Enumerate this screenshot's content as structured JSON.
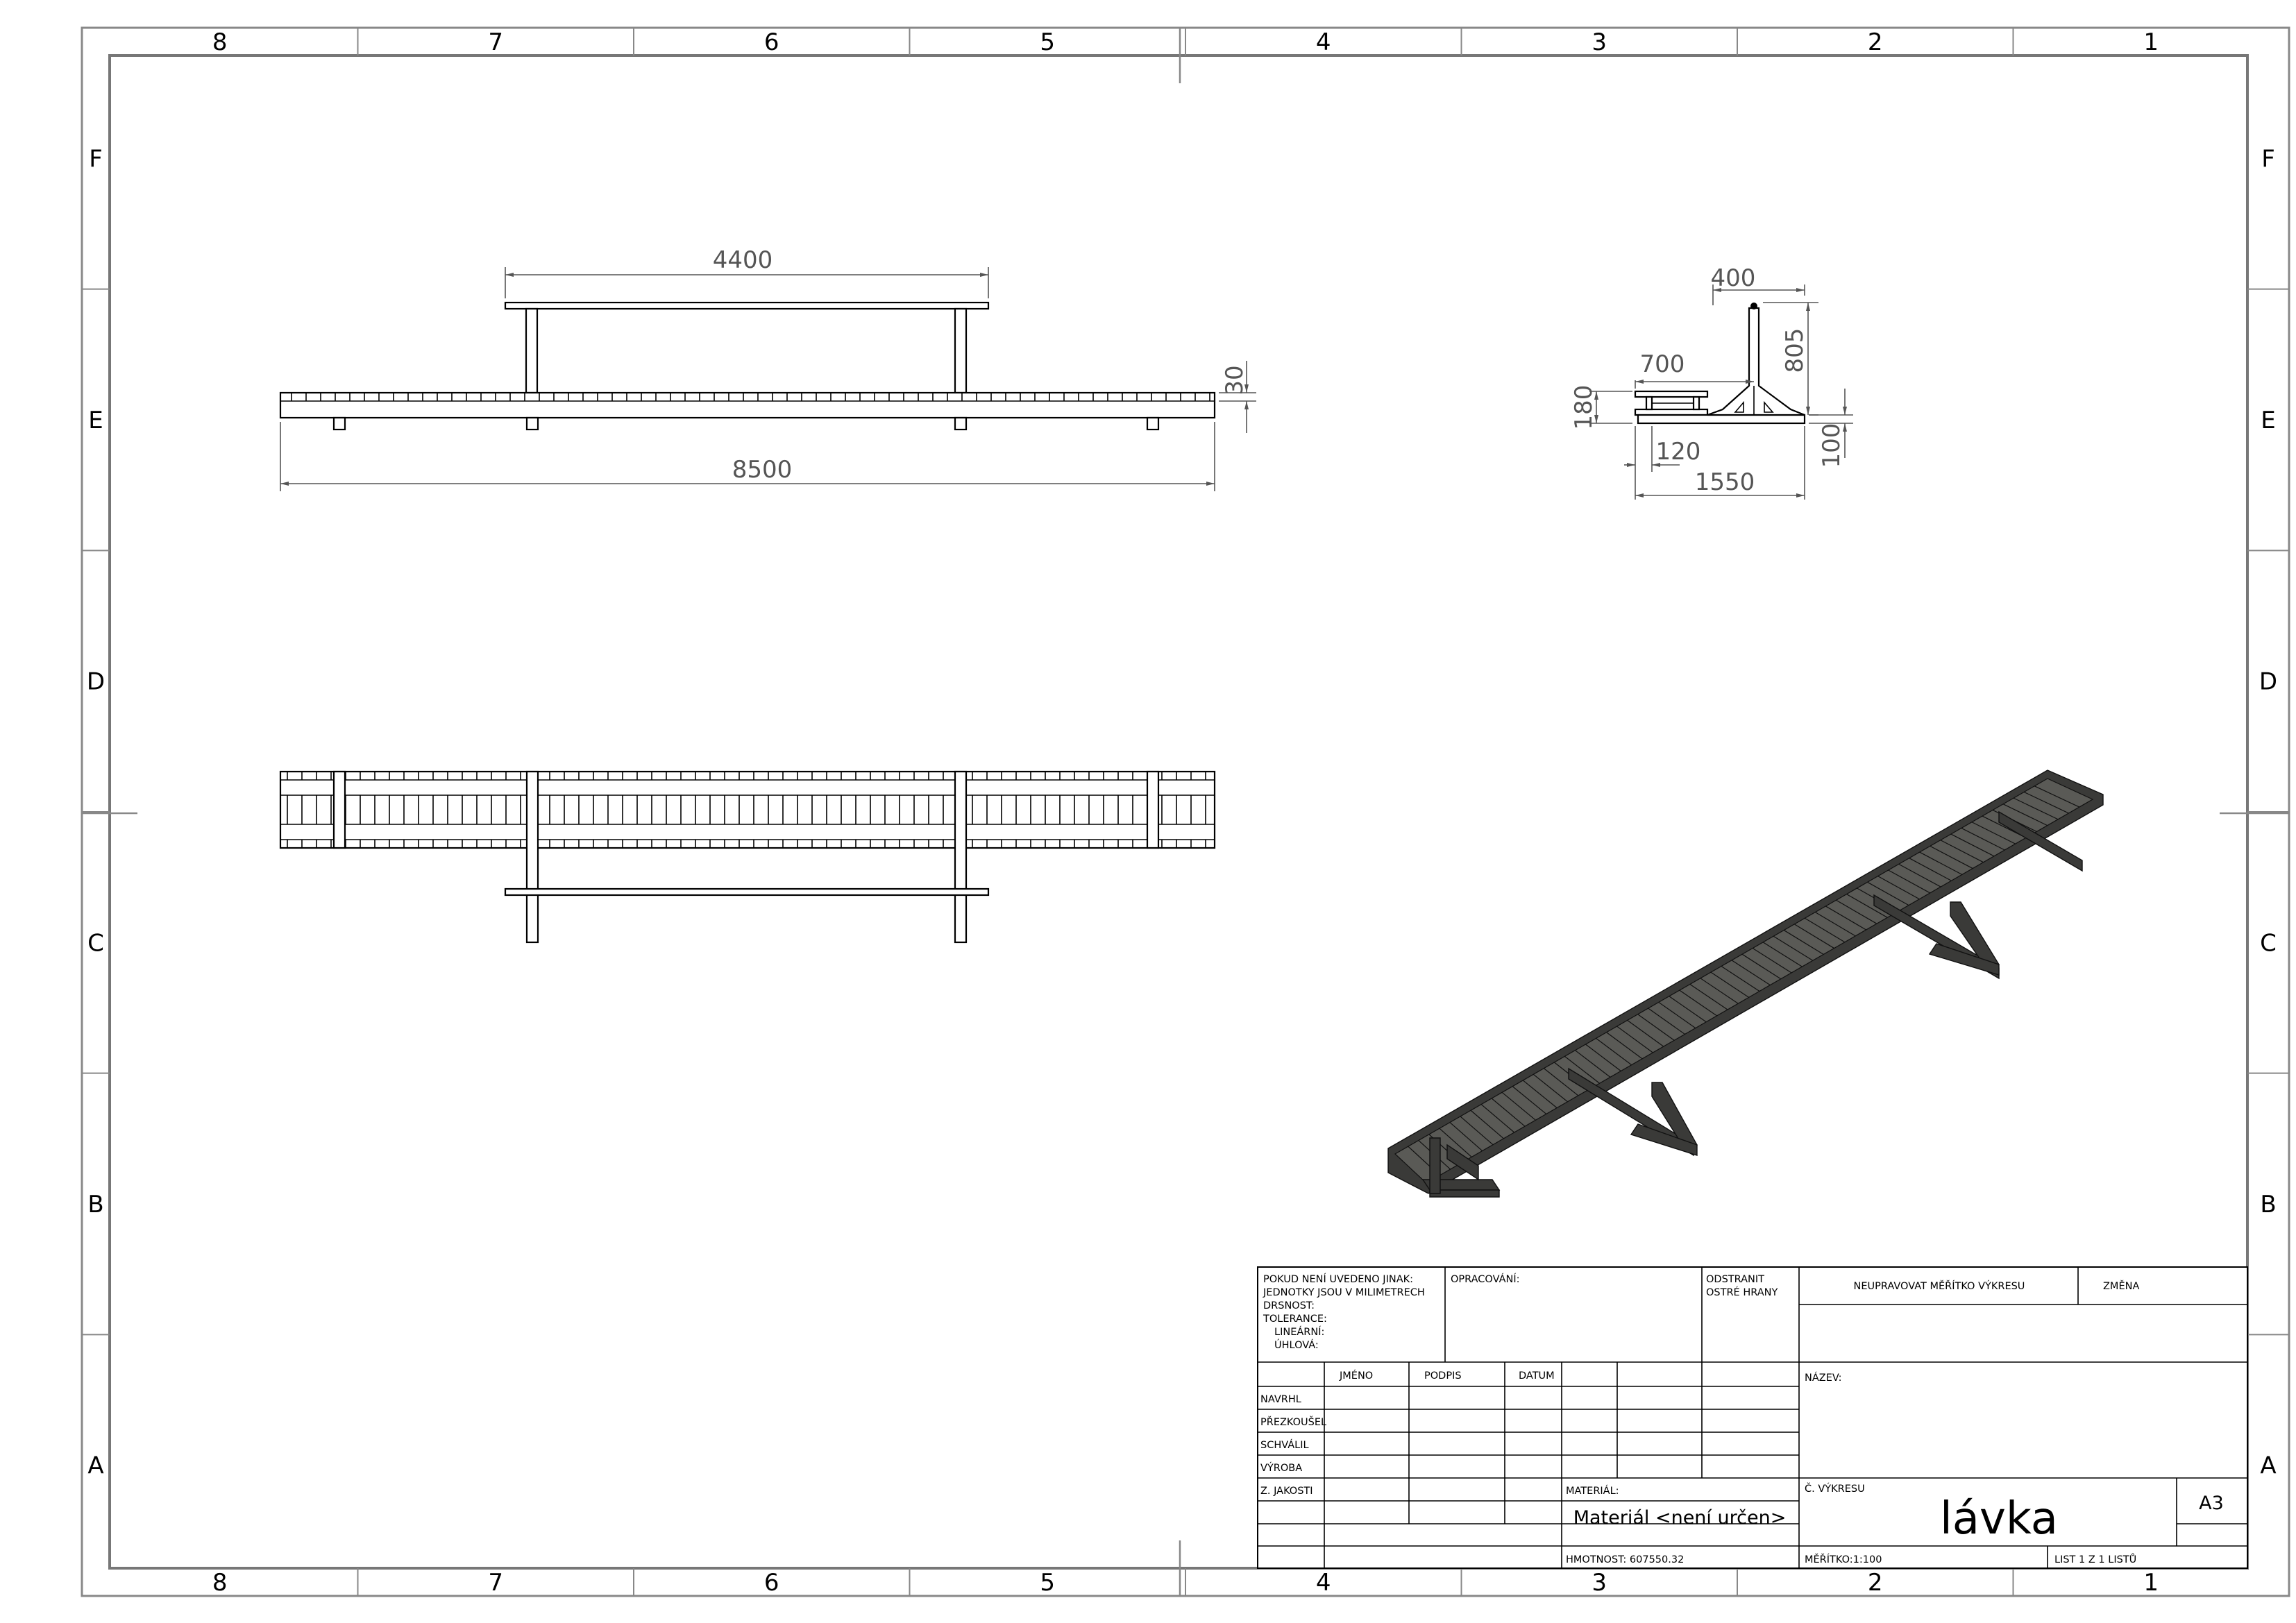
{
  "zones": {
    "columns": [
      "8",
      "7",
      "6",
      "5",
      "4",
      "3",
      "2",
      "1"
    ],
    "rows": [
      "F",
      "E",
      "D",
      "C",
      "B",
      "A"
    ]
  },
  "dimensions": {
    "bench_length": "4400",
    "walkway_length": "8500",
    "deck_thickness": "30",
    "rail_offset": "400",
    "deck_half_width": "700",
    "post_height": "805",
    "deck_height": "180",
    "deck_edge": "120",
    "total_width": "1550",
    "base_height": "100"
  },
  "title_block": {
    "notes_1": "POKUD NENÍ UVEDENO JINAK:",
    "notes_2": "JEDNOTKY JSOU V MILIMETRECH",
    "notes_3": "DRSNOST:",
    "notes_4": "TOLERANCE:",
    "notes_5": "LINEÁRNÍ:",
    "notes_6": "ÚHLOVÁ:",
    "finish_label": "OPRACOVÁNÍ:",
    "deburr_1": "ODSTRANIT",
    "deburr_2": "OSTRÉ HRANY",
    "no_scale": "NEUPRAVOVAT MĚŘÍTKO VÝKRESU",
    "revision": "ZMĚNA",
    "col_name": "JMÉNO",
    "col_signature": "PODPIS",
    "col_date": "DATUM",
    "row_designed": "NAVRHL",
    "row_checked": "PŘEZKOUŠEL",
    "row_approved": "SCHVÁLIL",
    "row_manufacturing": "VÝROBA",
    "row_quality": "Z. JAKOSTI",
    "title_label": "NÁZEV:",
    "material_label": "MATERIÁL:",
    "material_value": "Materiál <není určen>",
    "drawing_number_label": "Č. VÝKRESU",
    "drawing_name": "lávka",
    "sheet_size": "A3",
    "weight": "HMOTNOST: 607550.32",
    "scale": "MĚŘÍTKO:1:100",
    "sheet": "LIST 1 Z 1 LISTŮ"
  }
}
